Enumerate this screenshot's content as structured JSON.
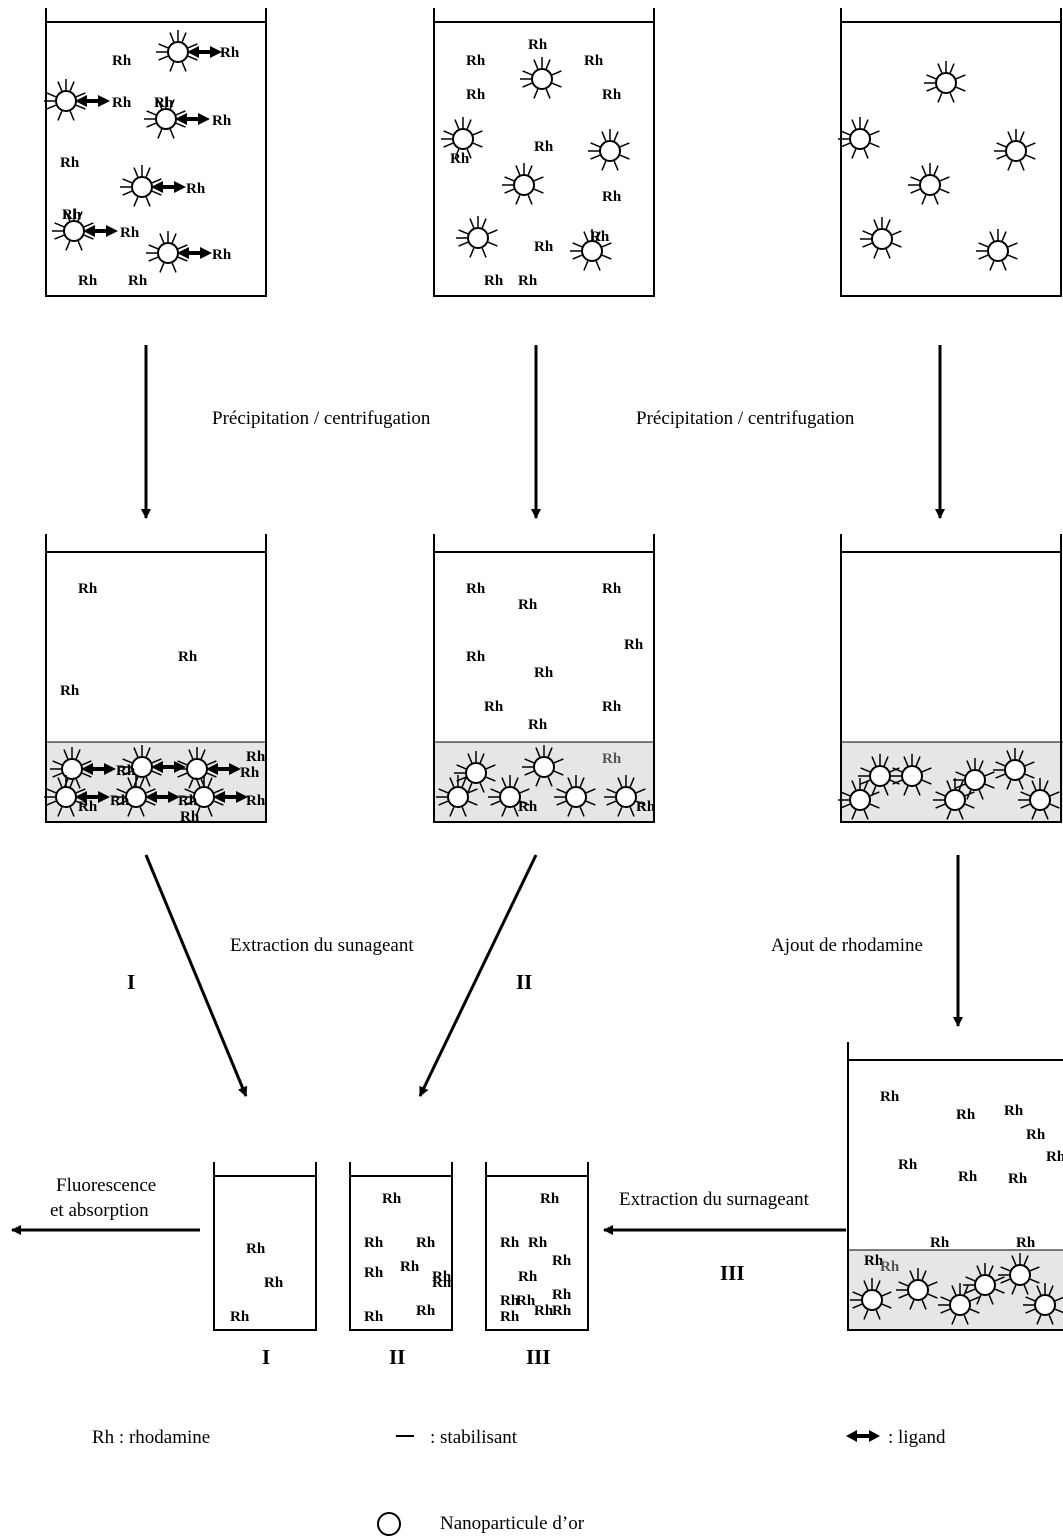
{
  "rh_label": "Rh",
  "step_labels": {
    "precip_left": "Précipitation / centrifugation",
    "precip_right": "Précipitation / centrifugation",
    "extraction_left": "Extraction du sunageant",
    "ajout": "Ajout de rhodamine",
    "extraction_right": "Extraction du  surnageant",
    "fluorescence_line1": "Fluorescence",
    "fluorescence_line2": "et absorption"
  },
  "path_labels": {
    "left": "I",
    "middle": "II",
    "right": "III"
  },
  "sample_labels": [
    "I",
    "II",
    "III"
  ],
  "legend": {
    "rh": "Rh : rhodamine",
    "stabilisant": ": stabilisant",
    "ligand": ": ligand",
    "nanoparticle": "Nanoparticule d’or"
  }
}
